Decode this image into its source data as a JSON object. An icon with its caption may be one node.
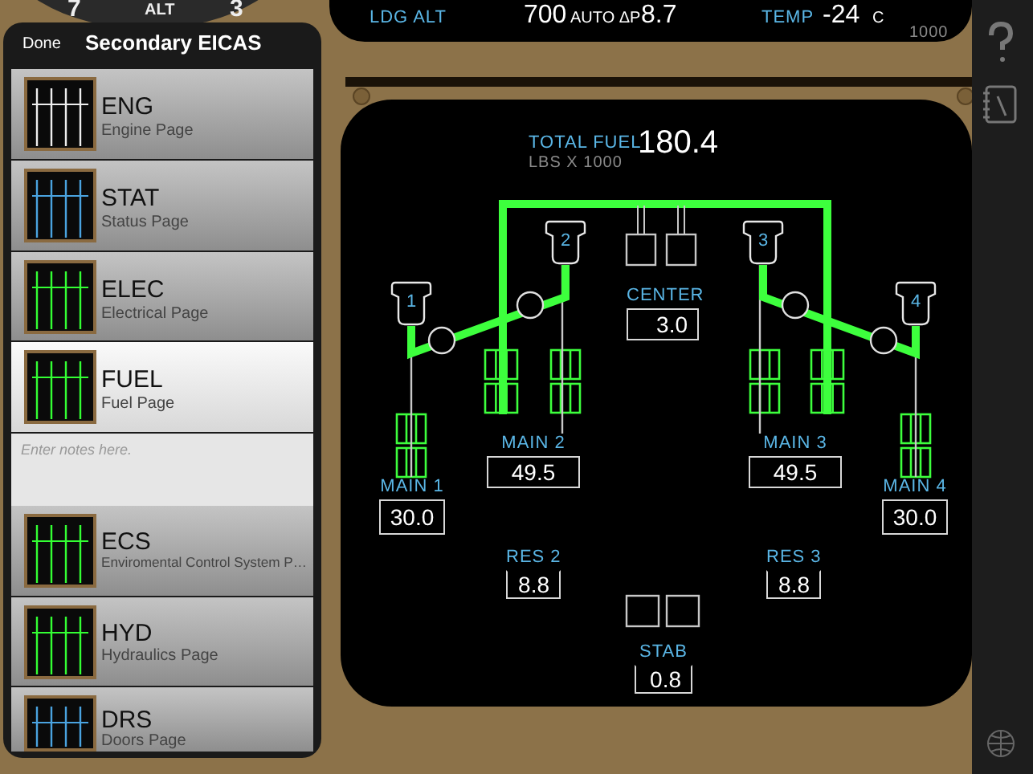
{
  "diagram": {
    "nodes": [
      {
        "text": [
          "1"
        ]
      },
      {
        "text": [
          "2"
        ]
      },
      {
        "text": [
          "3"
        ]
      },
      {
        "text": [
          "4"
        ]
      },
      {
        "text": [
          "CENTER",
          "3.0"
        ]
      },
      {
        "text": [
          "MAIN 2",
          "49.5"
        ]
      },
      {
        "text": [
          "MAIN 3",
          "49.5"
        ]
      },
      {
        "text": [
          "MAIN 1",
          "30.0"
        ]
      },
      {
        "text": [
          "MAIN 4",
          "30.0"
        ]
      },
      {
        "text": [
          "RES 2",
          "8.8"
        ]
      },
      {
        "text": [
          "RES 3",
          "8.8"
        ]
      },
      {
        "text": [
          "STAB",
          "0.8"
        ]
      }
    ],
    "edges": [
      {
        "from": 0,
        "to": 1,
        "arrow": "none",
        "style": "thick",
        "color": "#3dff3d"
      },
      {
        "from": 2,
        "to": 3,
        "arrow": "none",
        "style": "thick",
        "color": "#3dff3d"
      },
      {
        "from": 0,
        "to": 7,
        "arrow": "none"
      },
      {
        "from": 1,
        "to": 5,
        "arrow": "none"
      },
      {
        "from": 2,
        "to": 6,
        "arrow": "none"
      },
      {
        "from": 3,
        "to": 8,
        "arrow": "none"
      }
    ],
    "labels": [
      "7",
      "ALT",
      "3",
      "LDG ALT",
      "700",
      "AUTO ΔP",
      "8.7",
      "TEMP",
      "-24",
      "C",
      "1000",
      "Done",
      "Secondary EICAS",
      "ENG",
      "Engine Page",
      "STAT",
      "Status Page",
      "ELEC",
      "Electrical Page",
      "FUEL",
      "Fuel Page",
      "Enter notes here.",
      "ECS",
      "Enviromental Control System P…",
      "HYD",
      "Hydraulics Page",
      "DRS",
      "Doors Page",
      "TOTAL FUEL",
      "LBS X 1000",
      "180.4"
    ]
  }
}
